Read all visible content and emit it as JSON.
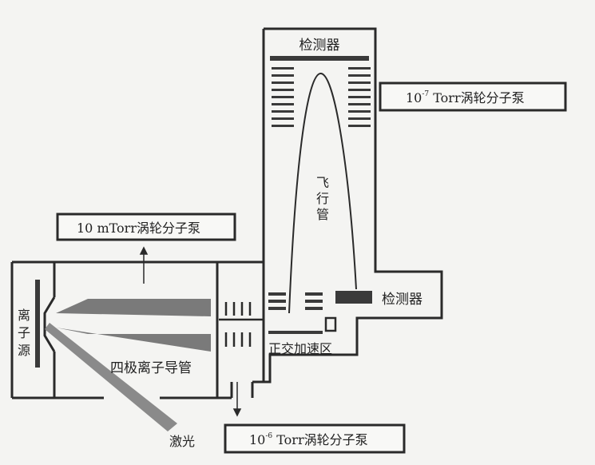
{
  "labels": {
    "detector_top": "检测器",
    "pump_top_base": "10",
    "pump_top_exp": "-7",
    "pump_top_rest": " Torr涡轮分子泵",
    "flight_tube_1": "飞",
    "flight_tube_2": "行",
    "flight_tube_3": "管",
    "pump_left": "10 mTorr涡轮分子泵",
    "ion_source_1": "离",
    "ion_source_2": "子",
    "ion_source_3": "源",
    "quad_guide": "四极离子导管",
    "detector_right": "检测器",
    "ortho_accel": "正交加速区",
    "laser": "激光",
    "pump_bottom_base": "10",
    "pump_bottom_exp": "-6",
    "pump_bottom_rest": " Torr涡轮分子泵"
  },
  "colors": {
    "line": "#2a2a2a",
    "dark_fill": "#3a3a3a",
    "gray_fill": "#7a7a7a",
    "background": "#f4f4f2"
  }
}
